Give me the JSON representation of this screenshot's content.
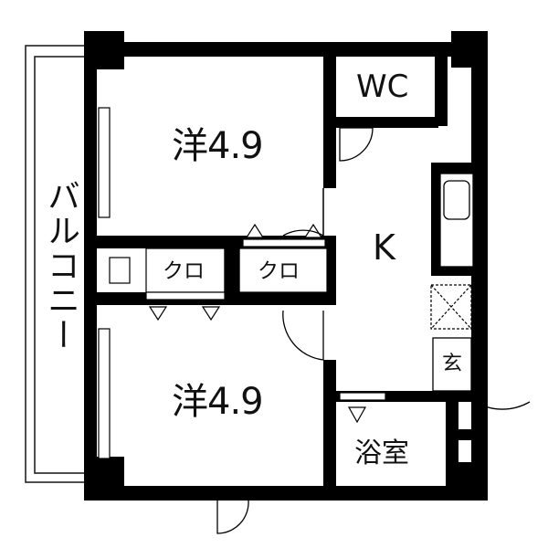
{
  "floorplan": {
    "rooms": {
      "western_upper": "洋4.9",
      "western_lower": "洋4.9",
      "kitchen": "K",
      "wc": "WC",
      "closet_left": "クロ",
      "closet_right": "クロ",
      "bathroom": "浴室",
      "entrance": "玄",
      "balcony": "バルコニー"
    }
  }
}
